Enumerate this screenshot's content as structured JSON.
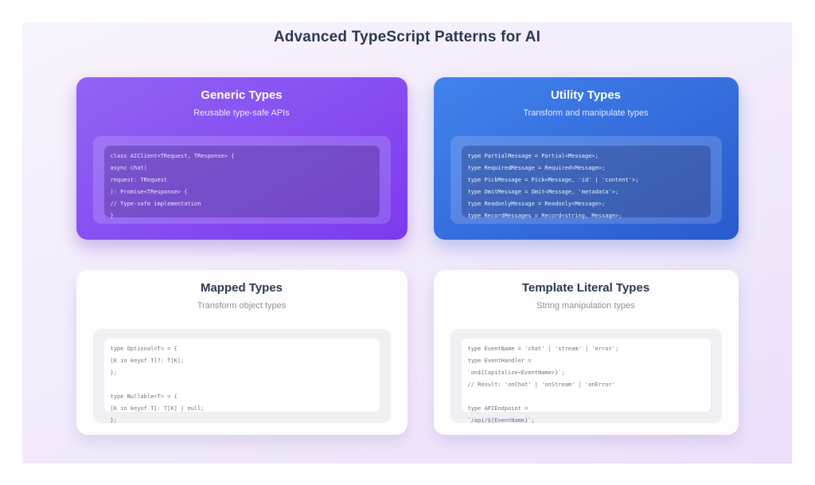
{
  "page": {
    "title": "Advanced TypeScript Patterns for AI"
  },
  "colors": {
    "panel_bg_top": "#f8f4fc",
    "panel_bg_bottom": "#ebdffa",
    "title_color": "#2a3950",
    "light_card_bg": "#fdfdfe",
    "light_code_container": "#f0eff3",
    "light_code_text": "#6e7380"
  },
  "cards": [
    {
      "title": "Generic Types",
      "subtitle": "Reusable type-safe APIs",
      "theme": "purple",
      "gradient": [
        "#9263f4",
        "#7b3bee"
      ],
      "code": "class AIClient<TRequest, TResponse> {\nasync chat(\nrequest: TRequest\n): Promise<TResponse> {\n// Type-safe implementation\n}"
    },
    {
      "title": "Utility Types",
      "subtitle": "Transform and manipulate types",
      "theme": "blue",
      "gradient": [
        "#4183ec",
        "#2a5ace"
      ],
      "code": "type PartialMessage = Partial<Message>;\ntype RequiredMessage = Required<Message>;\ntype PickMessage = Pick<Message, 'id' | 'content'>;\ntype OmitMessage = Omit<Message, 'metadata'>;\ntype ReadonlyMessage = Readonly<Message>;\ntype RecordMessages = Record<string, Message>;"
    },
    {
      "title": "Mapped Types",
      "subtitle": "Transform object types",
      "theme": "light",
      "gradient": null,
      "code": "type Optional<T> = {\n[K in keyof T]?: T[K];\n};\n\ntype Nullable<T> = {\n[K in keyof T]: T[K] | null;\n};"
    },
    {
      "title": "Template Literal Types",
      "subtitle": "String manipulation types",
      "theme": "light",
      "gradient": null,
      "code": "type EventName = 'chat' | 'stream' | 'error';\ntype EventHandler =\n`on${Capitalize<EventName>}`;\n// Result: 'onChat' | 'onStream' | 'onError'\n\ntype APIEndpoint =\n`/api/${EventName}`;"
    }
  ]
}
